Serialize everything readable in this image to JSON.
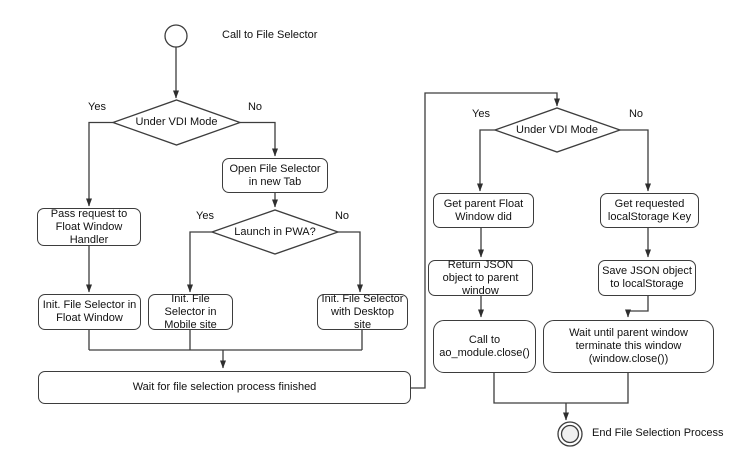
{
  "labels": {
    "yes": "Yes",
    "no": "No"
  },
  "nodes": {
    "start": "Call to File Selector",
    "decision_vdi_left": "Under VDI Mode",
    "decision_pwa": "Launch in PWA?",
    "decision_vdi_right": "Under VDI Mode",
    "pass_request": "Pass request to Float Window Handler",
    "open_new_tab": "Open File Selector in new Tab",
    "init_float": "Init. File Selector in Float Window",
    "init_mobile": "Init. File Selector in Mobile site",
    "init_desktop": "Init. File Selector with Desktop site",
    "wait_selection": "Wait for file selection process finished",
    "get_parent_float": "Get parent Float Window did",
    "get_localstorage_key": "Get requested localStorage Key",
    "return_json": "Return JSON object to parent window",
    "save_json": "Save JSON object to localStorage",
    "call_close": "Call to ao_module.close()",
    "wait_terminate": "Wait until parent window terminate this window (window.close())",
    "end": "End File Selection Process"
  },
  "colors": {
    "stroke": "#3d3d3d",
    "text": "#111111",
    "end_inner_fill": "#f0f0f0",
    "background": "#ffffff"
  }
}
